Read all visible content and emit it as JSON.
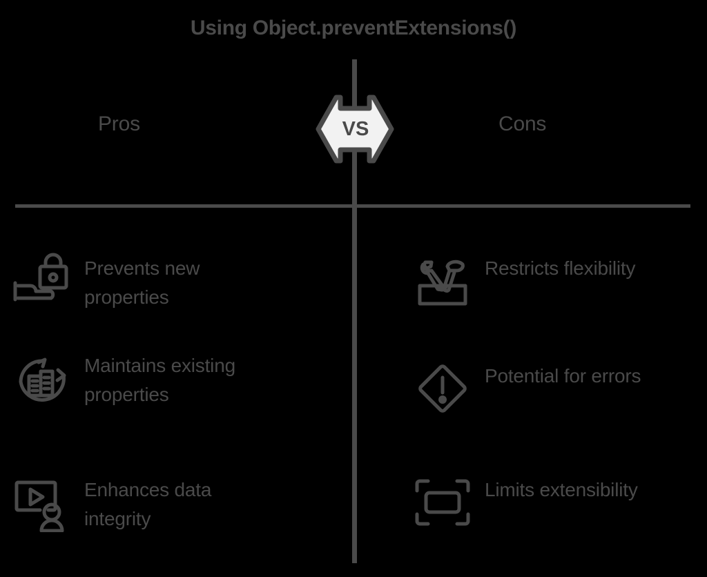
{
  "title": "Using Object.preventExtensions()",
  "center_badge": {
    "label": "VS",
    "icon": "double-arrow-badge",
    "fill_color": "#f2f2f2",
    "stroke_color": "#4a4a4a"
  },
  "colors": {
    "background": "#000000",
    "foreground": "#4a4a4a",
    "badge_fill": "#f2f2f2"
  },
  "columns": {
    "pros": {
      "heading": "Pros",
      "items": [
        {
          "icon": "hand-holding-padlock-icon",
          "label": "Prevents new properties"
        },
        {
          "icon": "refresh-cycle-building-icon",
          "label": "Maintains existing properties"
        },
        {
          "icon": "presentation-play-person-icon",
          "label": "Enhances data integrity"
        }
      ]
    },
    "cons": {
      "heading": "Cons",
      "items": [
        {
          "icon": "toolbox-tools-icon",
          "label": "Restricts flexibility"
        },
        {
          "icon": "warning-diamond-exclamation-icon",
          "label": "Potential for errors"
        },
        {
          "icon": "crop-frame-icon",
          "label": "Limits extensibility"
        }
      ]
    }
  }
}
